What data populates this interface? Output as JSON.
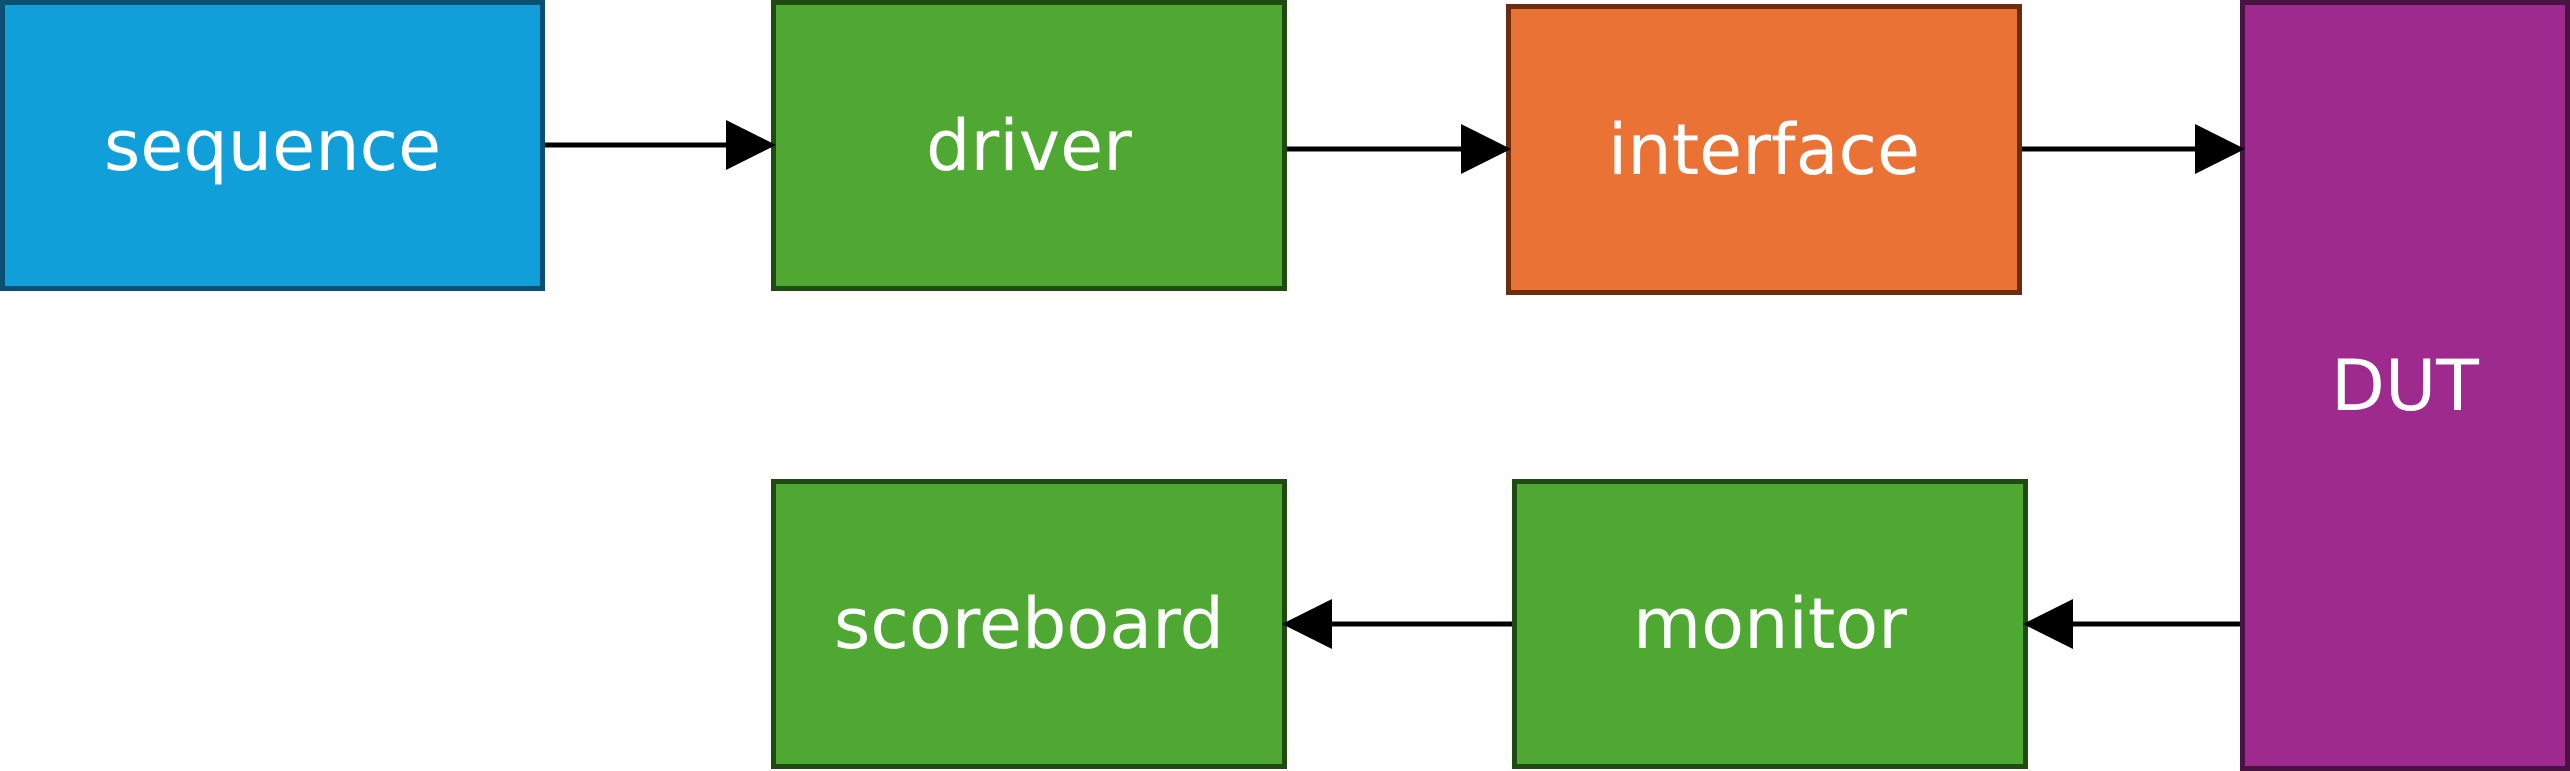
{
  "blocks": {
    "sequence": {
      "label": "sequence",
      "fill": "#109FD8",
      "border": "#0B4F73"
    },
    "driver": {
      "label": "driver",
      "fill": "#4FA832",
      "border": "#1F4A12"
    },
    "interface": {
      "label": "interface",
      "fill": "#E97234",
      "border": "#6B2D10"
    },
    "dut": {
      "label": "DUT",
      "fill": "#9E2A8E",
      "border": "#4A1242"
    },
    "monitor": {
      "label": "monitor",
      "fill": "#4FA832",
      "border": "#1F4A12"
    },
    "scoreboard": {
      "label": "scoreboard",
      "fill": "#4FA832",
      "border": "#1F4A12"
    }
  },
  "connections": [
    {
      "from": "sequence",
      "to": "driver"
    },
    {
      "from": "driver",
      "to": "interface"
    },
    {
      "from": "interface",
      "to": "dut"
    },
    {
      "from": "dut",
      "to": "monitor"
    },
    {
      "from": "monitor",
      "to": "scoreboard"
    }
  ],
  "arrow_color": "#000000"
}
